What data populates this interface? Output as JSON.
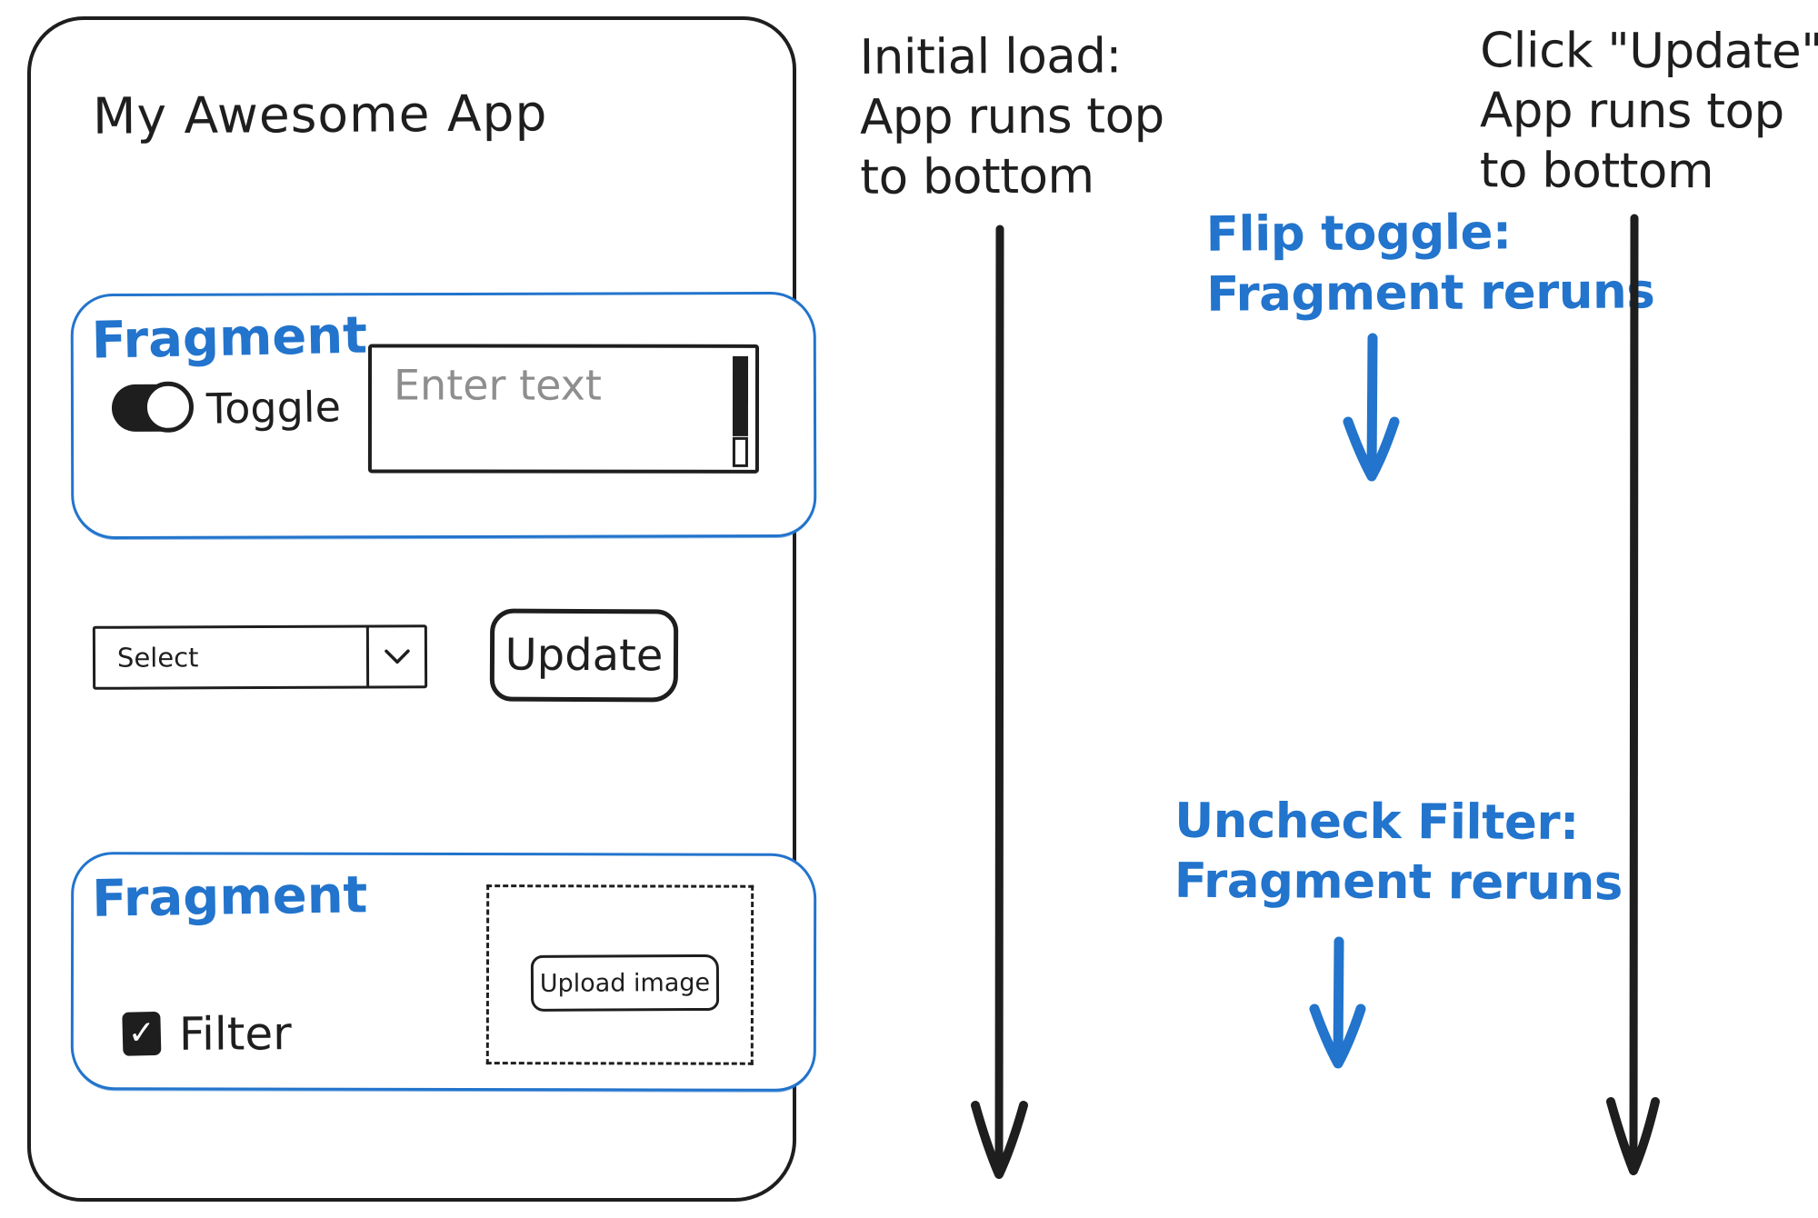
{
  "app": {
    "title": "My Awesome App",
    "fragment1": {
      "label": "Fragment",
      "toggle_label": "Toggle",
      "toggle_state": "on",
      "textarea_placeholder": "Enter text"
    },
    "select_label": "Select",
    "update_button": "Update",
    "fragment2": {
      "label": "Fragment",
      "checkbox_label": "Filter",
      "checkbox_state": "checked",
      "checkbox_glyph": "✓",
      "upload_button": "Upload image"
    }
  },
  "annotations": {
    "initial_load": {
      "lines": [
        "Initial load:",
        "App runs top",
        "to bottom"
      ],
      "color": "black"
    },
    "flip_toggle": {
      "lines": [
        "Flip toggle:",
        "Fragment reruns"
      ],
      "color": "blue"
    },
    "uncheck_filter": {
      "lines": [
        "Uncheck Filter:",
        "Fragment reruns"
      ],
      "color": "blue"
    },
    "click_update": {
      "lines": [
        "Click \"Update\":",
        "App runs top",
        "to bottom"
      ],
      "color": "black"
    }
  },
  "colors": {
    "ink": "#1e1e1e",
    "blue": "#2274cc",
    "placeholder_gray": "#8e8e8e",
    "background": "#ffffff"
  }
}
